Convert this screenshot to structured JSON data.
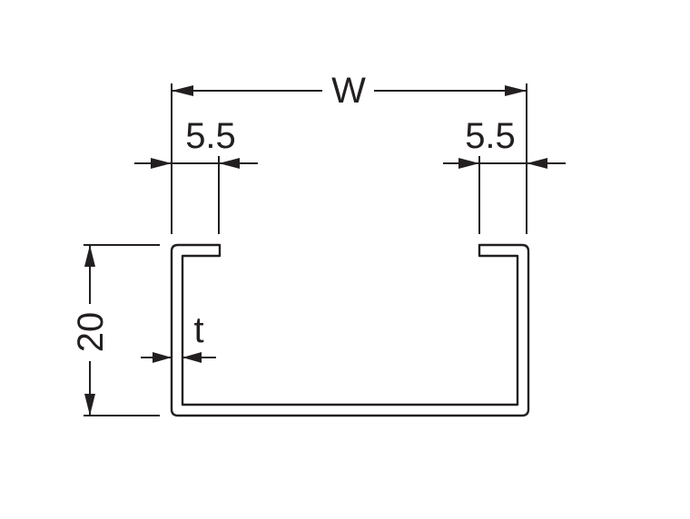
{
  "diagram": {
    "labels": {
      "width": "W",
      "flange_left": "5.5",
      "flange_right": "5.5",
      "height": "20",
      "thickness": "t"
    },
    "colors": {
      "ink": "#231f20",
      "background": "#ffffff"
    }
  }
}
